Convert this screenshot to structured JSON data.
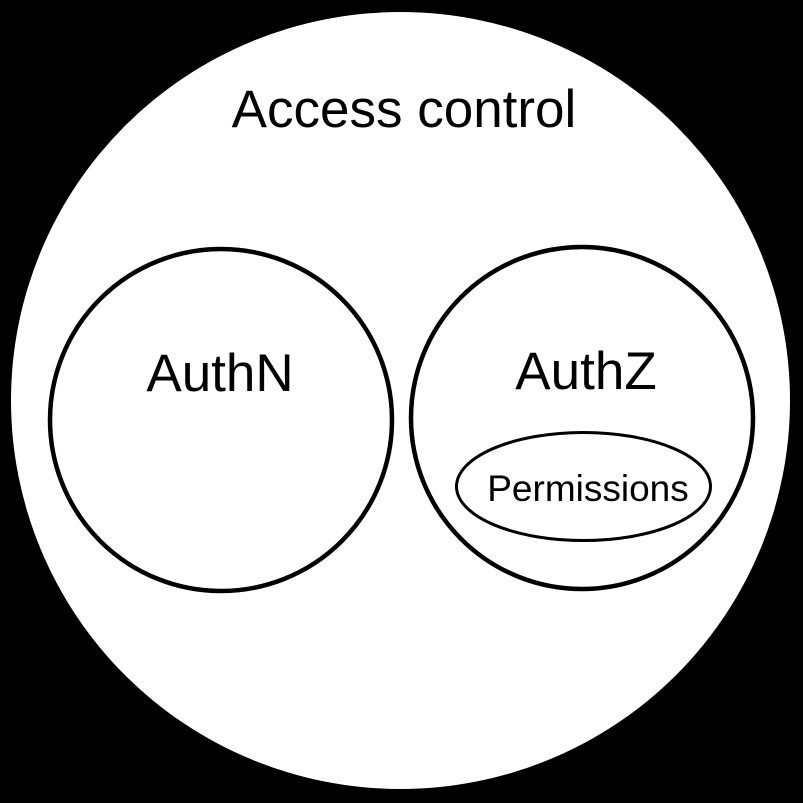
{
  "diagram": {
    "title": "Access control",
    "sets": [
      {
        "id": "authn",
        "label": "AuthN"
      },
      {
        "id": "authz",
        "label": "AuthZ"
      }
    ],
    "subsets": [
      {
        "id": "permissions",
        "label": "Permissions",
        "parent": "authz"
      }
    ]
  },
  "colors": {
    "background": "#000000",
    "set_fill": "#ffffff",
    "outline": "#000000",
    "text": "#000000"
  }
}
